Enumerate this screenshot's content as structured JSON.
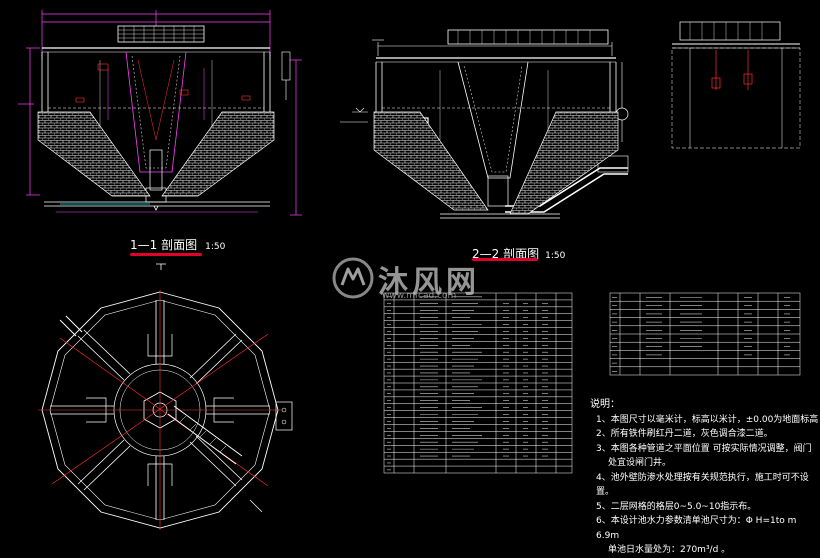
{
  "section_1": {
    "title": "1—1 剖面图",
    "scale": "1:50"
  },
  "section_2": {
    "title": "2—2 剖面图",
    "scale": "1:50"
  },
  "watermark": {
    "brand": "沐风网",
    "url": "www.mfcad.com"
  },
  "notes": {
    "heading": "说明：",
    "items": [
      "1、本图尺寸以毫米计，标高以米计，±0.00为地面标高",
      "2、所有铁件刷红丹二道，灰色调合漆二道。",
      "3、本图各种管道之平面位置 可按实际情况调整，阀门",
      "处宜设闸门井。",
      "4、池外壁防渗水处理按有关规范执行，施工时可不设置。",
      "5、二层网格的格层0~5.0~10指示布。",
      "6、本设计池水力参数清单池尺寸为：Φ H=1to m 6.9m",
      "单池日水量处为：270m³/d 。"
    ]
  },
  "colors": {
    "background": "#000000",
    "line_white": "#ffffff",
    "line_magenta": "#ff40ff",
    "line_red": "#ff3030",
    "line_cyan": "#00e0e0",
    "underline_red": "#e0002a"
  }
}
